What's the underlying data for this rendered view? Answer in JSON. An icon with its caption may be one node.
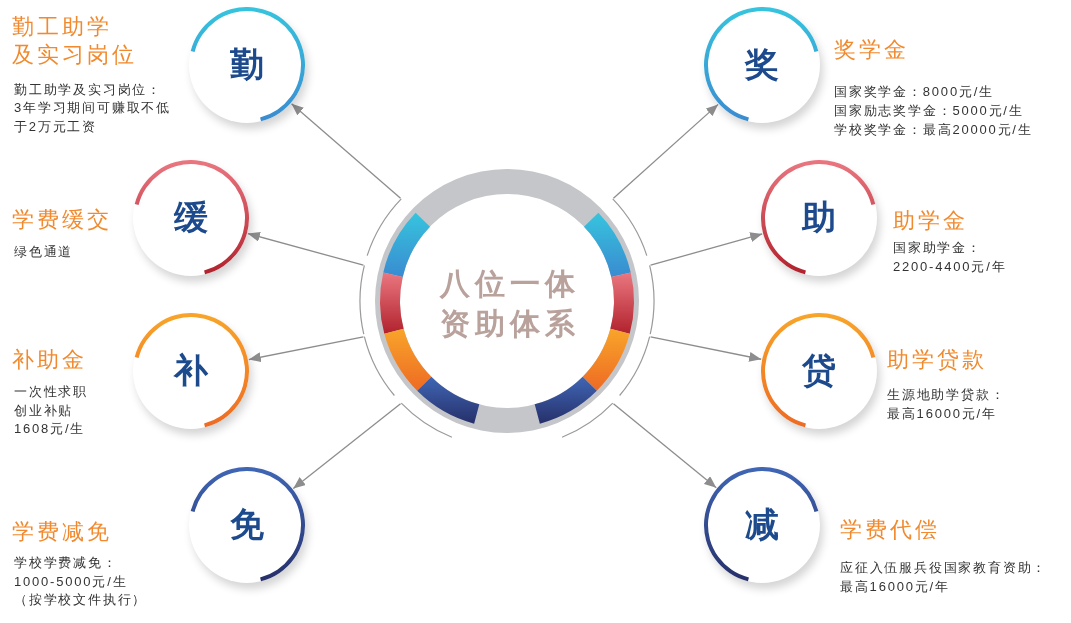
{
  "diagram": {
    "nodes": [
      {
        "text": [
          "八位一体资助体系"
        ]
      },
      {
        "text": [
          "勤"
        ],
        "beside": [
          "勤工助学及实习岗位",
          "勤工助学及实习岗位：",
          "3年学习期间可赚取不低于2万元工资"
        ]
      },
      {
        "text": [
          "奖"
        ],
        "beside": [
          "奖学金",
          "国家奖学金：8000元/生",
          "国家励志奖学金：5000元/生",
          "学校奖学金：最高20000元/生"
        ]
      },
      {
        "text": [
          "缓"
        ],
        "beside": [
          "学费缓交",
          "绿色通道"
        ]
      },
      {
        "text": [
          "助"
        ],
        "beside": [
          "助学金",
          "国家助学金：2200-4400元/年"
        ]
      },
      {
        "text": [
          "补"
        ],
        "beside": [
          "补助金",
          "一次性求职创业补贴1608元/生"
        ]
      },
      {
        "text": [
          "贷"
        ],
        "beside": [
          "助学贷款",
          "生源地助学贷款：最高16000元/年"
        ]
      },
      {
        "text": [
          "免"
        ],
        "beside": [
          "学费减免",
          "学校学费减免：1000-5000元/生（按学校文件执行）"
        ]
      },
      {
        "text": [
          "减"
        ],
        "beside": [
          "学费代偿",
          "应征入伍服兵役国家教育资助：最高16000元/年"
        ]
      }
    ],
    "edges": [
      {
        "from": 0,
        "to": 1,
        "arrow": "to"
      },
      {
        "from": 0,
        "to": 2,
        "arrow": "to"
      },
      {
        "from": 0,
        "to": 3,
        "arrow": "to"
      },
      {
        "from": 0,
        "to": 4,
        "arrow": "to"
      },
      {
        "from": 0,
        "to": 5,
        "arrow": "to"
      },
      {
        "from": 0,
        "to": 6,
        "arrow": "to"
      },
      {
        "from": 0,
        "to": 7,
        "arrow": "to"
      },
      {
        "from": 0,
        "to": 8,
        "arrow": "to"
      }
    ]
  }
}
